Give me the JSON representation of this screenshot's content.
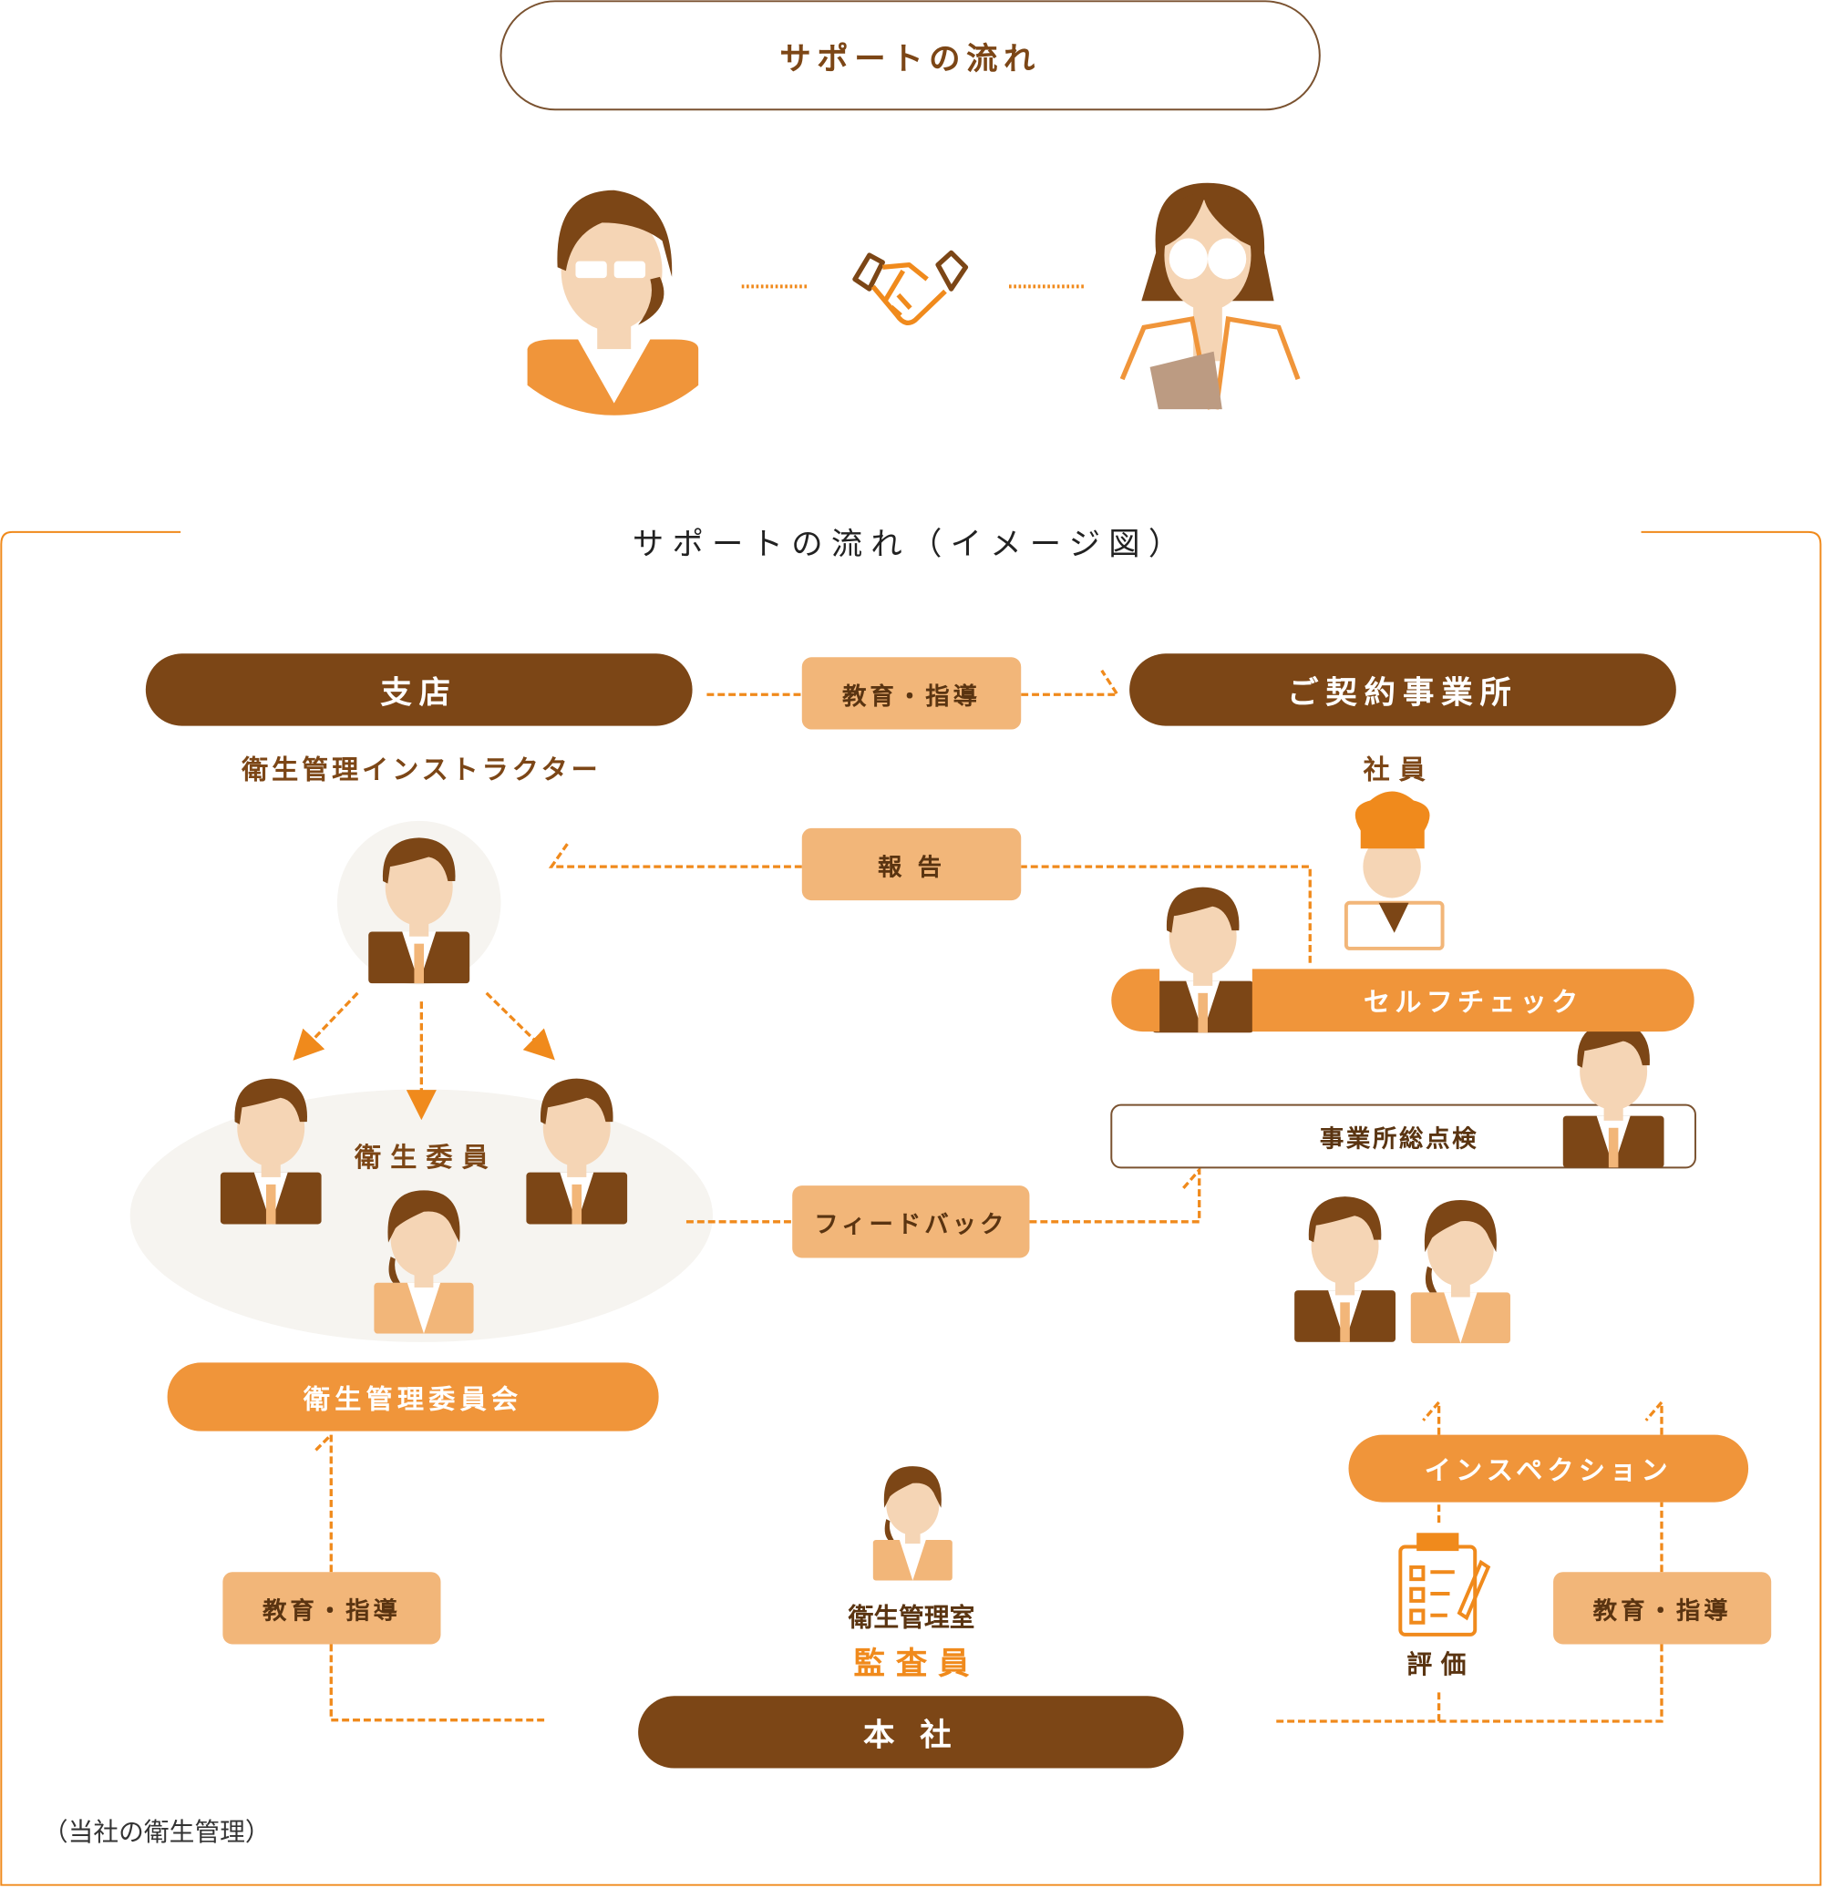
{
  "header": {
    "title": "サポートの流れ"
  },
  "diagram": {
    "title": "サポートの流れ（イメージ図）",
    "branch": "支店",
    "branch_role": "衛生管理インストラクター",
    "client": "ご契約事業所",
    "client_role": "社 員",
    "edu_top": "教育・指導",
    "report": "報 告",
    "self_check": "セルフチェック",
    "site_inspection": "事業所総点検",
    "feedback": "フィードバック",
    "members": "衛 生 委 員",
    "committee": "衛生管理委員会",
    "inspection": "インスペクション",
    "edu_left": "教育・指導",
    "edu_right": "教育・指導",
    "office": "衛生管理室",
    "auditor": "監 査 員",
    "evaluation": "評 価",
    "hq": "本 社",
    "caption": "（当社の衛生管理）"
  },
  "colors": {
    "brown": "#7c4616",
    "orange": "#f0953a",
    "light": "#f2b679",
    "dash": "#f08a1c"
  }
}
